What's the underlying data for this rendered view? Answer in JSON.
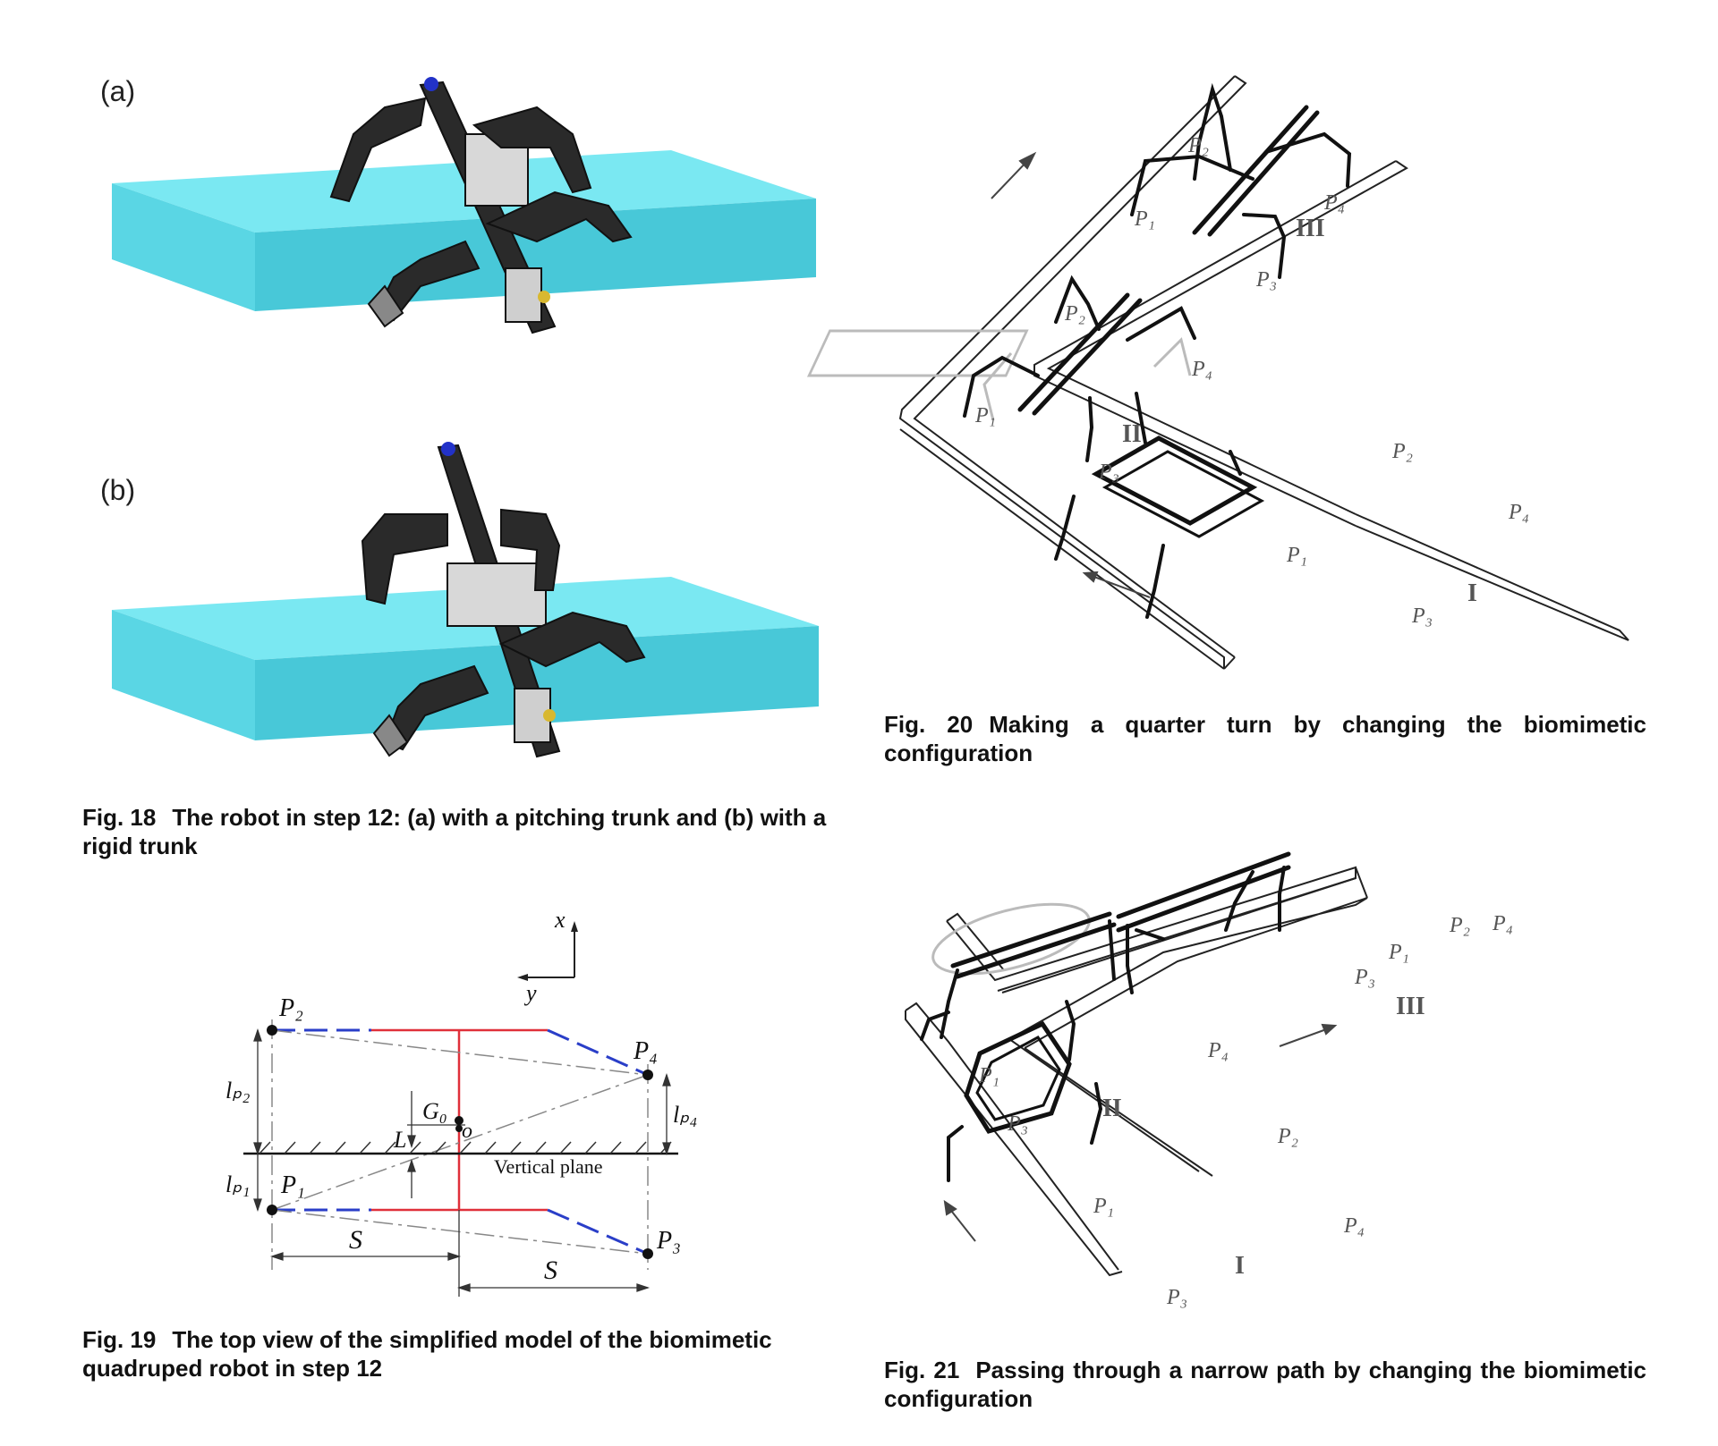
{
  "fig18": {
    "panel_a": "(a)",
    "panel_b": "(b)",
    "caption_label": "Fig. 18",
    "caption_text": "The robot in step 12: (a) with a pitching trunk and (b) with a rigid trunk",
    "colors": {
      "slab_top": "#7ae8f2",
      "slab_front": "#48c8d8",
      "slab_side": "#5ad6e4",
      "robot": "#2a2a2a"
    }
  },
  "fig19": {
    "caption_label": "Fig. 19",
    "caption_text": "The top view of the simplified model of the biomimetic quadruped robot in step 12",
    "axis_x": "x",
    "axis_y": "y",
    "points": {
      "p1": "P₁",
      "p2": "P₂",
      "p3": "P₃",
      "p4": "P₄"
    },
    "labels": {
      "lp1": "lₚ₁",
      "lp2": "lₚ₂",
      "lp4": "lₚ₄",
      "g0": "G₀",
      "o": "o",
      "l": "L",
      "s1": "S",
      "s2": "S",
      "vertical_plane": "Vertical plane"
    },
    "colors": {
      "trunk": "#e0303a",
      "legs": "#2a3ec8"
    }
  },
  "fig20": {
    "caption_label": "Fig. 20",
    "caption_text": "Making a quarter turn by changing the biomimetic configuration",
    "legs": {
      "p1": "P₁",
      "p2": "P₂",
      "p3": "P₃",
      "p4": "P₄"
    },
    "stages": {
      "i": "I",
      "ii": "II",
      "iii": "III"
    }
  },
  "fig21": {
    "caption_label": "Fig. 21",
    "caption_text": "Passing through a narrow path by changing the biomimetic configuration",
    "legs": {
      "p1": "P₁",
      "p2": "P₂",
      "p3": "P₃",
      "p4": "P₄"
    },
    "stages": {
      "i": "I",
      "ii": "II",
      "iii": "III"
    }
  }
}
